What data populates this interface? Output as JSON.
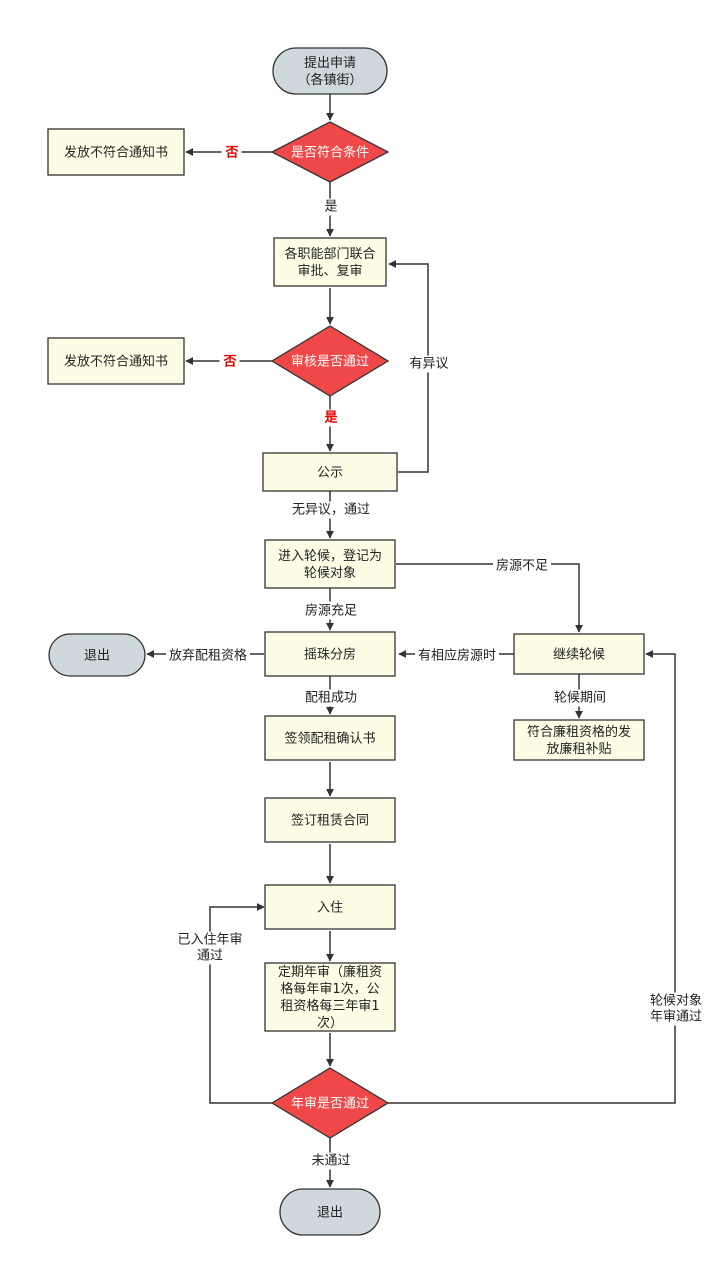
{
  "nodes": {
    "apply": [
      "提出申请",
      "（各镇街）"
    ],
    "cond": [
      "是否符合条件"
    ],
    "notice1": [
      "发放不符合通知书"
    ],
    "review": [
      "各职能部门联合",
      "审批、复审"
    ],
    "pass": [
      "审核是否通过"
    ],
    "notice2": [
      "发放不符合通知书"
    ],
    "publicize": [
      "公示"
    ],
    "queue": [
      "进入轮候，登记为",
      "轮候对象"
    ],
    "lottery": [
      "摇珠分房"
    ],
    "exit1": [
      "退出"
    ],
    "wait": [
      "继续轮候"
    ],
    "subsidy": [
      "符合廉租资格的发",
      "放廉租补贴"
    ],
    "confirm": [
      "签领配租确认书"
    ],
    "contract": [
      "签订租赁合同"
    ],
    "movein": [
      "入住"
    ],
    "annual": [
      "定期年审（廉租资",
      "格每年审1次，公",
      "租资格每三年审1",
      "次）"
    ],
    "annual_pass": [
      "年审是否通过"
    ],
    "exit2": [
      "退出"
    ]
  },
  "labels": {
    "no1": "否",
    "yes1": "是",
    "no2": "否",
    "yes2": "是",
    "objection": "有异议",
    "no_objection": "无异议，通过",
    "insufficient": "房源不足",
    "sufficient": "房源充足",
    "give_up": "放弃配租资格",
    "has_housing": "有相应房源时",
    "wait_period": "轮候期间",
    "success": "配租成功",
    "movein_pass": [
      "已入住年审",
      "通过"
    ],
    "queue_pass": [
      "轮候对象",
      "年审通过"
    ],
    "fail": "未通过"
  }
}
